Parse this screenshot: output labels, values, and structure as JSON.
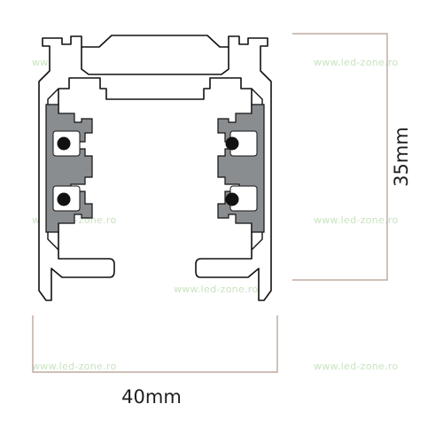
{
  "watermark": {
    "text": "www.led-zone.ro",
    "color": "#c9e3c0"
  },
  "dimensions": {
    "width_label": "40mm",
    "height_label": "35mm",
    "line_color": "#b09a8c"
  },
  "profile": {
    "outline_color": "#111111",
    "insert_color": "#8a8d90",
    "conductor_color": "#111111"
  }
}
